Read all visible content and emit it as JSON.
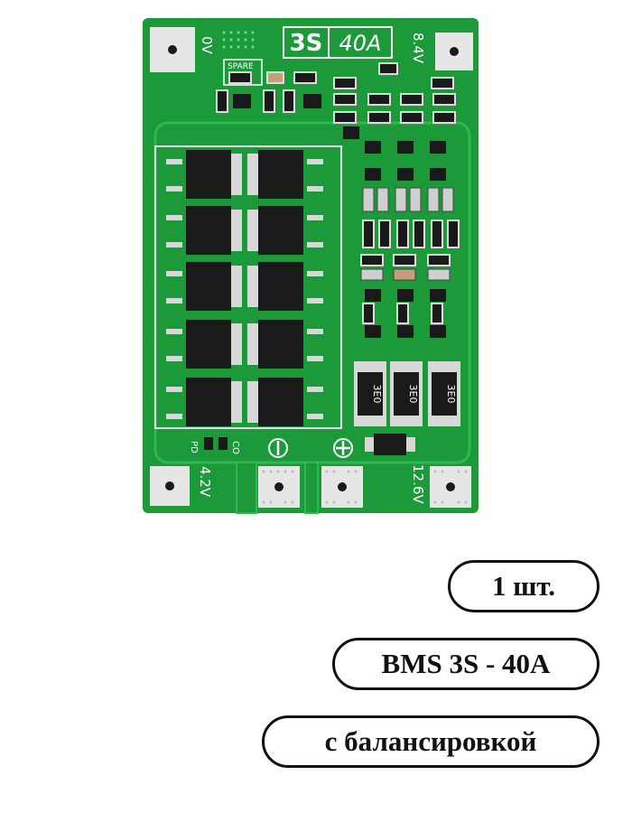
{
  "board": {
    "model_marking": "3S",
    "current_marking": "40A",
    "spare_label": "SPARE",
    "pad_labels": {
      "top_left": "0V",
      "top_right": "8.4V",
      "bottom_left": "4.2V",
      "bottom_right": "12.6V"
    },
    "resistor_code": "3E0",
    "pd_label": "PD",
    "co_label": "CO",
    "colors": {
      "pcb": "#1c9a3a",
      "pcb_dark": "#13782a",
      "chip": "#1a1a1a",
      "pad": "#e6e6e6"
    }
  },
  "badges": {
    "quantity": "1 шт.",
    "model": "BMS 3S - 40A",
    "feature": "с балансировкой"
  }
}
